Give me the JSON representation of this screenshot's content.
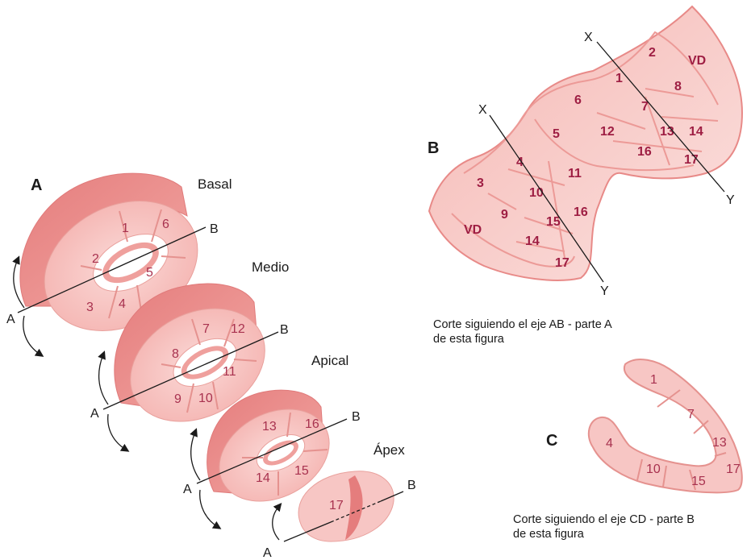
{
  "panels": {
    "a": {
      "letter": "A"
    },
    "b": {
      "letter": "B"
    },
    "c": {
      "letter": "C"
    }
  },
  "slices": {
    "basal": "Basal",
    "medio": "Medio",
    "apical": "Apical",
    "apex": "Ápex"
  },
  "axis_labels": {
    "a": "A",
    "b": "B",
    "x": "X",
    "y": "Y"
  },
  "segments_a": {
    "basal": [
      "1",
      "6",
      "2",
      "5",
      "3",
      "4"
    ],
    "medio": [
      "7",
      "12",
      "8",
      "11",
      "9",
      "10"
    ],
    "apical": [
      "13",
      "16",
      "14",
      "15"
    ],
    "apex": [
      "17"
    ]
  },
  "segments_b": {
    "rv_left": "VD",
    "rv_right": "VD",
    "list": [
      "2",
      "1",
      "6",
      "8",
      "7",
      "12",
      "13",
      "14",
      "16",
      "17",
      "5",
      "4",
      "11",
      "3",
      "10",
      "9",
      "16",
      "15",
      "14",
      "17"
    ]
  },
  "segments_c": [
    "1",
    "7",
    "13",
    "17",
    "15",
    "10",
    "4"
  ],
  "captions": {
    "b_line1": "Corte siguiendo el eje AB - parte A",
    "b_line2": "de esta figura",
    "c_line1": "Corte siguiendo el eje CD - parte B",
    "c_line2": "de esta figura"
  },
  "colors": {
    "muscle_dark": "#e88a8a",
    "muscle_light": "#f7c6c4",
    "segment_text": "#a8324f",
    "axis": "#1a1a1a"
  }
}
